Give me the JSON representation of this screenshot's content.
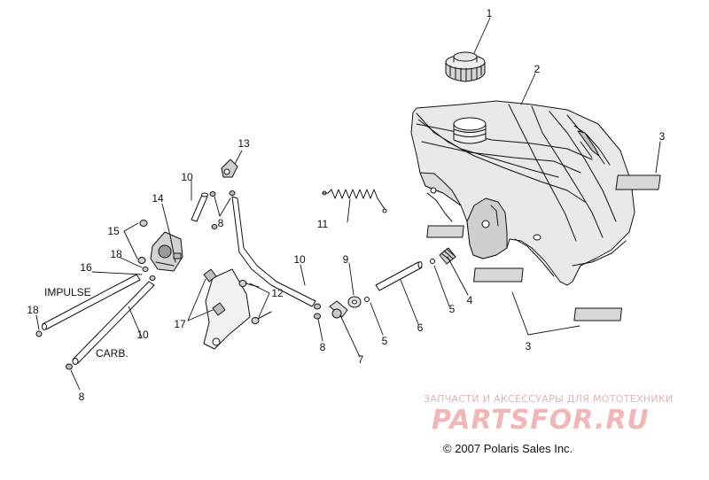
{
  "callouts": {
    "c1": "1",
    "c2": "2",
    "c3a": "3",
    "c3b": "3",
    "c4": "4",
    "c5a": "5",
    "c5b": "5",
    "c6": "6",
    "c7": "7",
    "c8a": "8",
    "c8b": "8",
    "c8c": "8",
    "c9": "9",
    "c10a": "10",
    "c10b": "10",
    "c10c": "10",
    "c11": "11",
    "c12": "12",
    "c13": "13",
    "c14": "14",
    "c15": "15",
    "c16": "16",
    "c17": "17",
    "c18a": "18",
    "c18b": "18"
  },
  "labels": {
    "impulse": "IMPULSE",
    "carb": "CARB."
  },
  "watermark": {
    "tagline": "ЗАПЧАСТИ И АКСЕССУАРЫ ДЛЯ МОТОТЕХНИКИ",
    "logo": "PARTSFOR.RU"
  },
  "copyright": "© 2007 Polaris Sales Inc."
}
